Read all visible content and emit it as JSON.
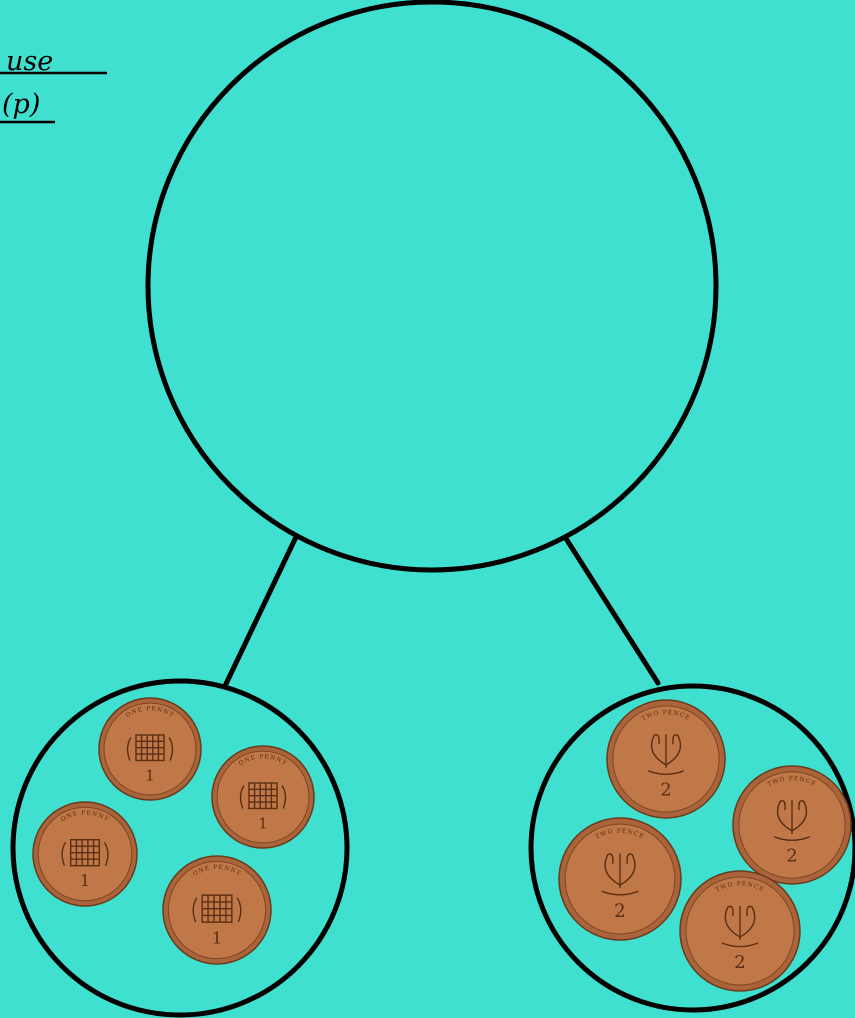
{
  "heading": {
    "line1": "use",
    "line2": "(p)"
  },
  "whole": {
    "value": ""
  },
  "parts": [
    {
      "name": "left-part",
      "coins": [
        {
          "denomination": "one-penny",
          "legend": "ONE PENNY",
          "numeral": "1"
        },
        {
          "denomination": "one-penny",
          "legend": "ONE PENNY",
          "numeral": "1"
        },
        {
          "denomination": "one-penny",
          "legend": "ONE PENNY",
          "numeral": "1"
        },
        {
          "denomination": "one-penny",
          "legend": "ONE PENNY",
          "numeral": "1"
        }
      ]
    },
    {
      "name": "right-part",
      "coins": [
        {
          "denomination": "two-pence",
          "legend": "TWO PENCE",
          "numeral": "2"
        },
        {
          "denomination": "two-pence",
          "legend": "TWO PENCE",
          "numeral": "2"
        },
        {
          "denomination": "two-pence",
          "legend": "TWO PENCE",
          "numeral": "2"
        },
        {
          "denomination": "two-pence",
          "legend": "TWO PENCE",
          "numeral": "2"
        }
      ]
    }
  ],
  "colors": {
    "background": "#40e0d0",
    "coin": "#a9643b",
    "outline": "#000000"
  }
}
